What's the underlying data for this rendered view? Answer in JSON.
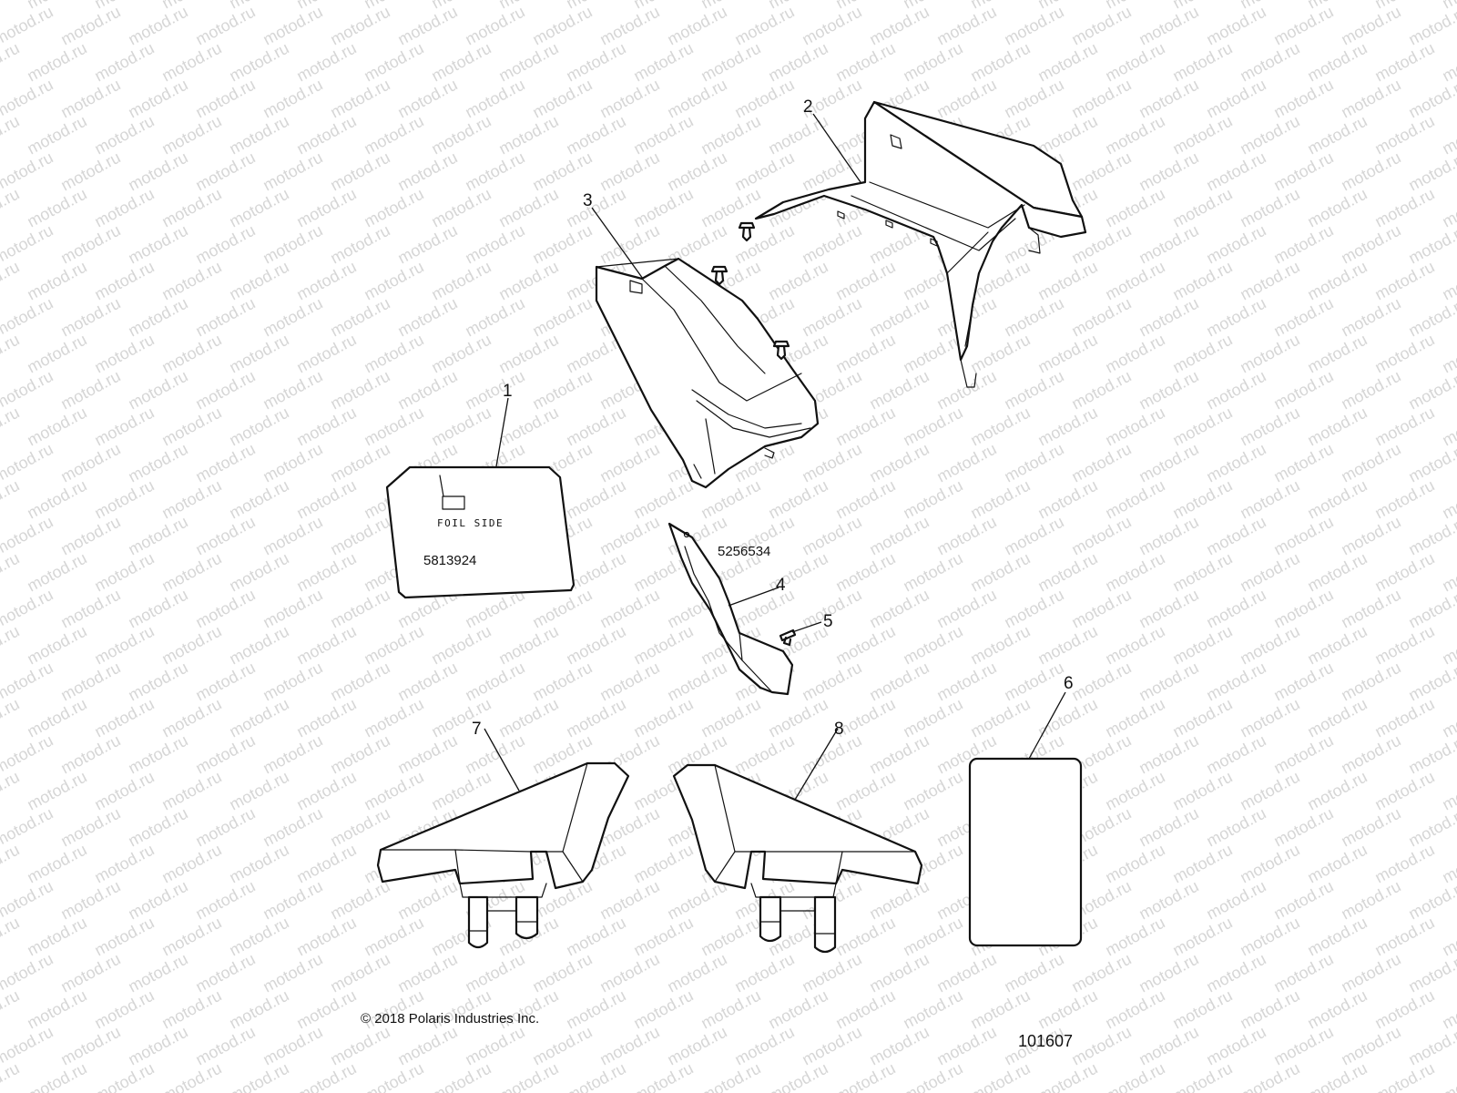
{
  "watermark": {
    "text": "motod.ru"
  },
  "callouts": [
    "1",
    "2",
    "3",
    "4",
    "5",
    "6",
    "7",
    "8"
  ],
  "part_labels": {
    "foil_side": "FOIL SIDE",
    "part1_number": "5813924",
    "part4_number": "5256534"
  },
  "footer": {
    "copyright": "© 2018 Polaris Industries Inc.",
    "drawing_id": "101607"
  }
}
